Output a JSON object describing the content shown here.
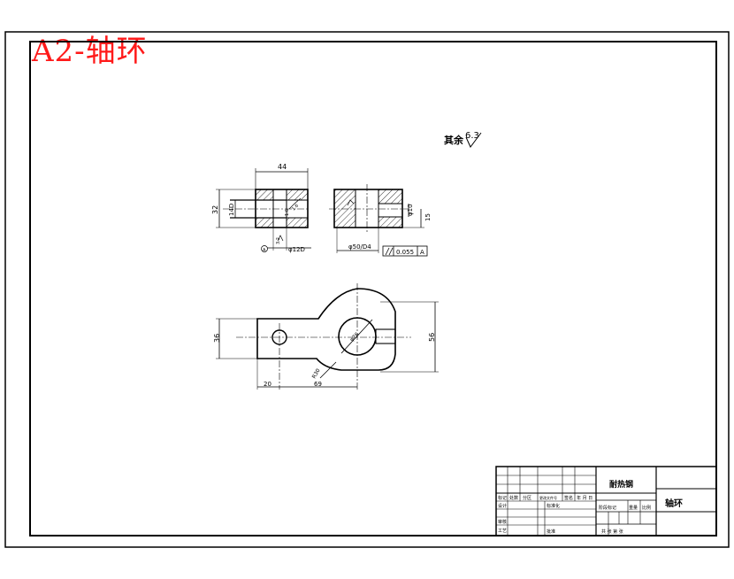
{
  "watermark_title": "A2-轴环",
  "surface_note": {
    "label": "其余",
    "roughness": "6.3"
  },
  "dimensions": {
    "top_width": "44",
    "left_height": "32",
    "left_slot": "14D",
    "small_hole": "φ12D",
    "right_bore": "φ50/D4",
    "right_h1": "φ10",
    "right_h2": "15",
    "plan_height": "36",
    "plan_total_height": "56",
    "plan_offset": "20",
    "plan_length": "69",
    "plan_radius": "R30",
    "plan_bore": "φ26",
    "center_mark": "1.6",
    "rough_a": "3.2",
    "rough_b": "1.6",
    "tolerance": "0.055",
    "datum": "A"
  },
  "title_block": {
    "material": "耐热钢",
    "part_name": "轴环",
    "labels": {
      "mark": "标记",
      "count": "处数",
      "zone": "分区",
      "change_doc": "更改文件号",
      "sign": "签名",
      "date": "年 月 日",
      "design": "设计",
      "standard": "标准化",
      "stage": "阶段标记",
      "weight": "重量",
      "scale": "比例",
      "check": "审核",
      "process": "工艺",
      "approve": "批准",
      "sheet": "共  张  第  张"
    }
  }
}
